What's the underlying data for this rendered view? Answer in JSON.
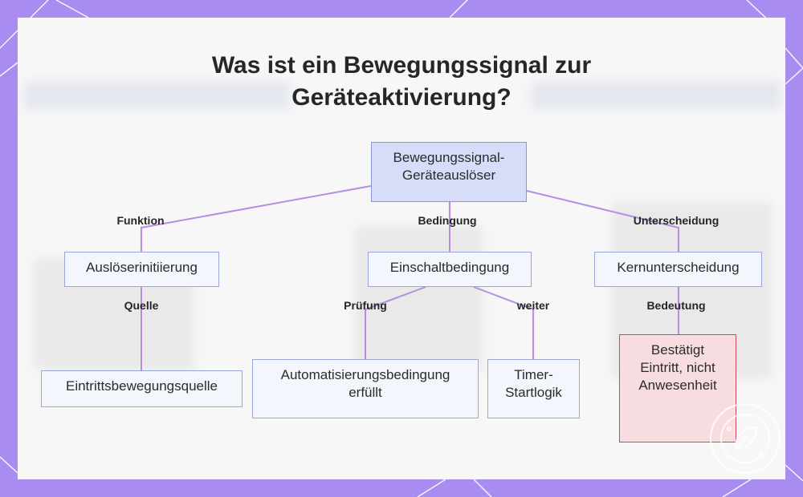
{
  "title": {
    "line1": "Was ist ein Bewegungssignal zur",
    "line2": "Geräteaktivierung?"
  },
  "colors": {
    "frame": "#a88cf0",
    "card": "#f7f7f8",
    "node_fill": "#f4f6fd",
    "node_border": "#9aa6d6",
    "root_fill": "#d7dcf8",
    "highlight_fill": "#f8dde0",
    "highlight_border": "#c94a58",
    "connector": "#b48fe0"
  },
  "nodes": {
    "root": "Bewegungssignal-\nGeräteauslöser",
    "trigger": "Auslöserinitiierung",
    "switch_condition": "Einschaltbedingung",
    "core_difference": "Kernunterscheidung",
    "entry_source": "Eintrittsbewegungsquelle",
    "automation_met": "Automatisierungsbedingung\nerfüllt",
    "timer_logic": "Timer-\nStartlogik",
    "confirms_entry": "Bestätigt\nEintritt, nicht\nAnwesenheit"
  },
  "edges": {
    "function": "Funktion",
    "condition": "Bedingung",
    "distinction": "Unterscheidung",
    "source": "Quelle",
    "check": "Prüfung",
    "next": "weiter",
    "meaning": "Bedeutung"
  },
  "badge_icon": "leaf-logo-icon"
}
